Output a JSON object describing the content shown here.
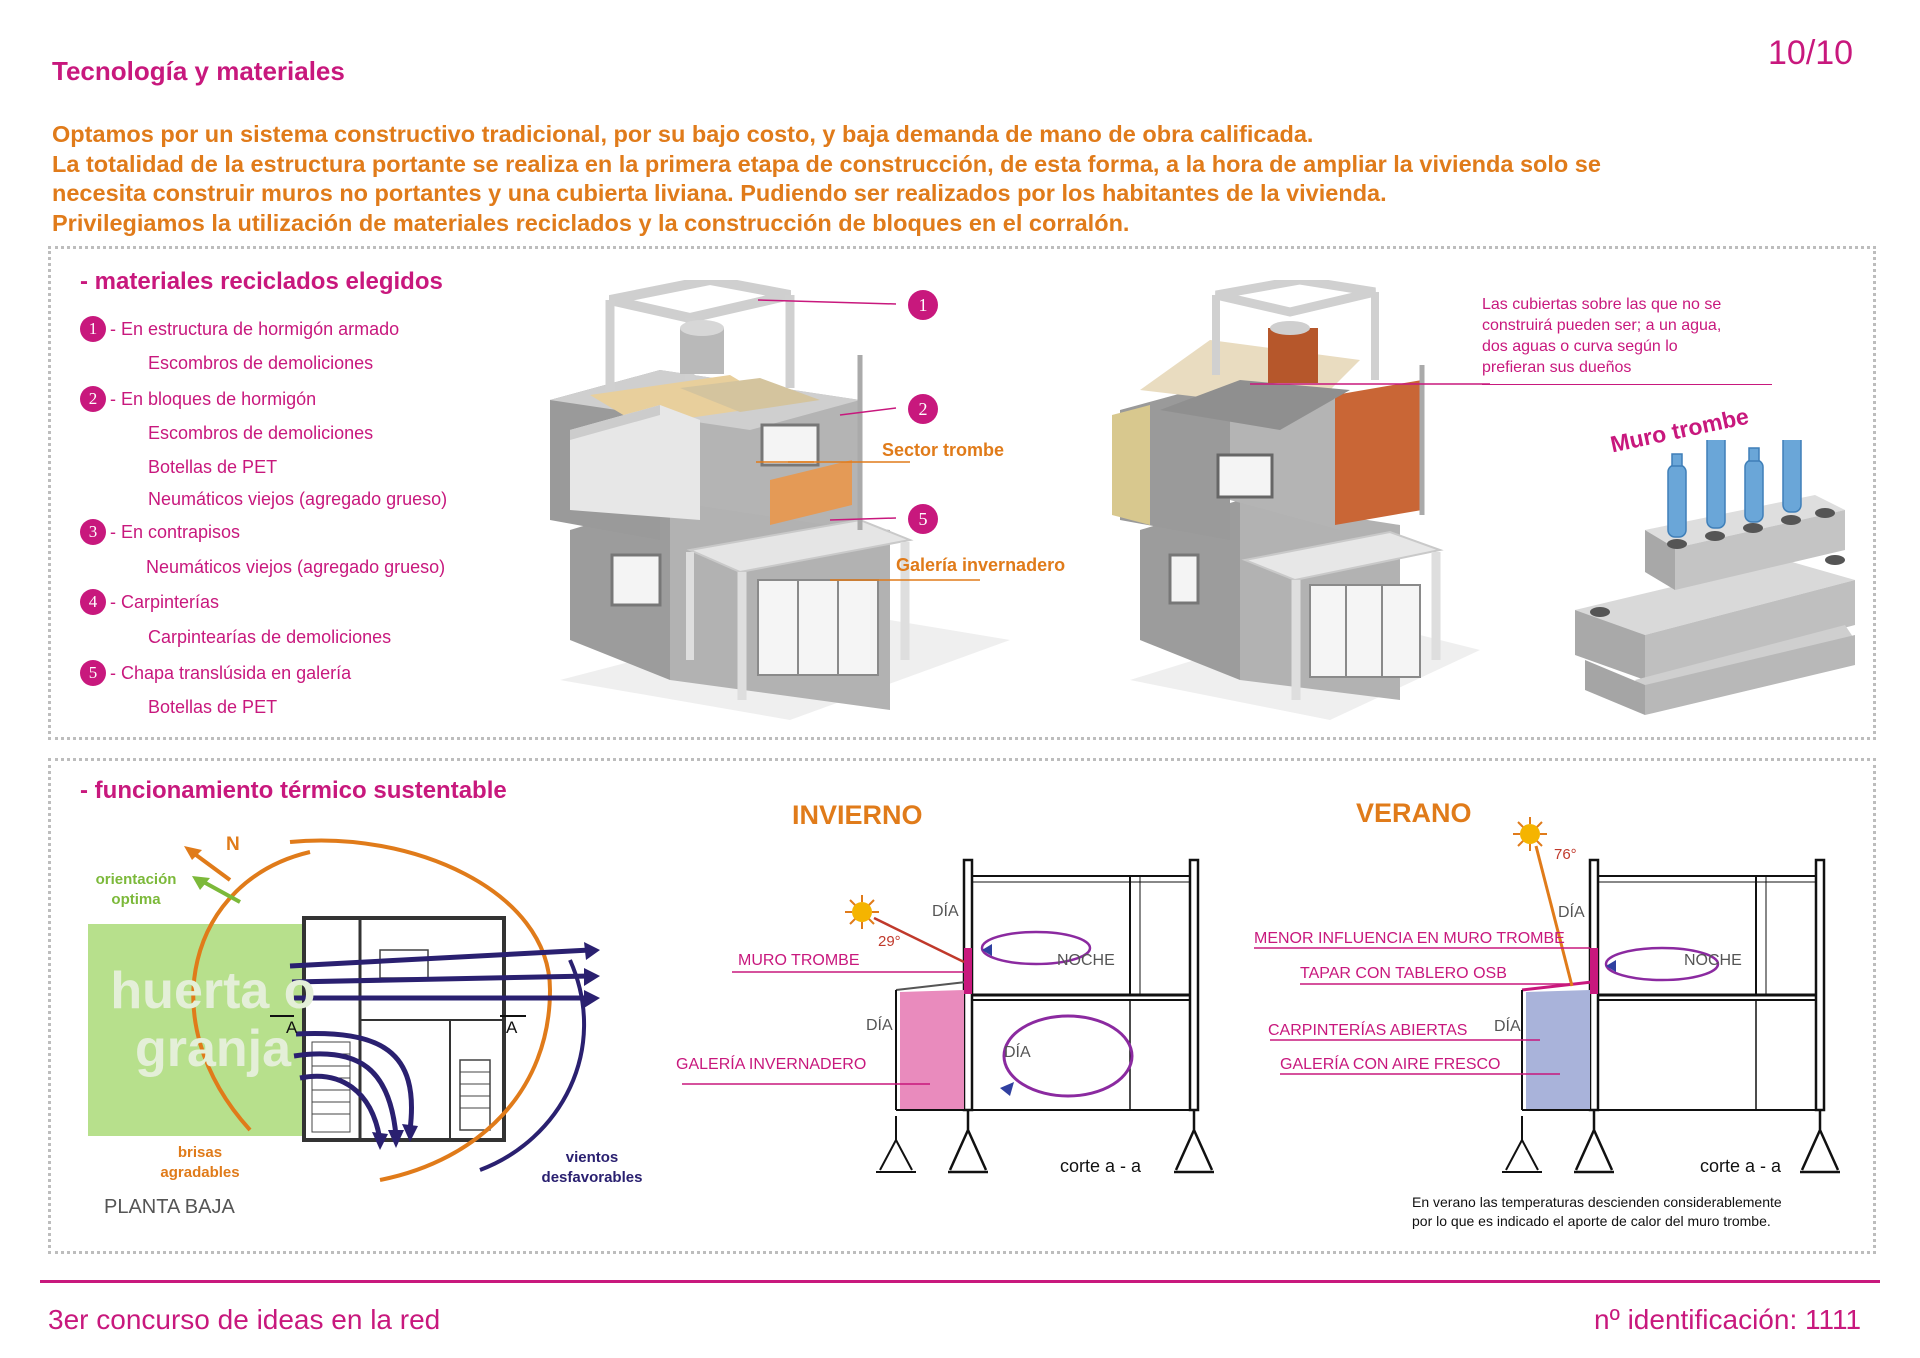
{
  "header": {
    "title": "Tecnología y materiales",
    "page_number": "10/10"
  },
  "intro": [
    "Optamos por un sistema constructivo tradicional, por su bajo costo, y baja demanda de mano de obra calificada.",
    "La totalidad de la  estructura portante se realiza en la primera etapa de construcción, de esta forma, a la hora de ampliar la vivienda solo se",
    "necesita construir muros no portantes y una cubierta liviana. Pudiendo ser realizados por los habitantes de la vivienda.",
    "Privilegiamos la utilización de materiales reciclados y la construcción de bloques en el corralón."
  ],
  "materials": {
    "title": "-  materiales reciclados elegidos",
    "items": [
      {
        "num": "1",
        "label": "- En estructura de hormigón armado",
        "subs": [
          "Escombros de demoliciones"
        ]
      },
      {
        "num": "2",
        "label": "- En bloques de hormigón",
        "subs": [
          "Escombros de demoliciones",
          "Botellas de PET",
          "Neumáticos viejos (agregado grueso)"
        ]
      },
      {
        "num": "3",
        "label": " - En contrapisos",
        "subs": [
          "Neumáticos viejos (agregado grueso)"
        ]
      },
      {
        "num": "4",
        "label": "- Carpinterías",
        "subs": [
          "Carpintearías de demoliciones"
        ]
      },
      {
        "num": "5",
        "label": "- Chapa translúsida en galería",
        "subs": [
          "Botellas de PET"
        ]
      }
    ]
  },
  "house_left": {
    "markers": [
      "1",
      "2",
      "5"
    ],
    "sector_trombe": "Sector trombe",
    "galeria": "Galería invernadero"
  },
  "house_right": {
    "note": [
      "Las cubiertas sobre las que no se",
      "construirá pueden ser; a un agua,",
      "dos aguas o curva según lo",
      "prefieran sus dueños"
    ],
    "muro_trombe": "Muro trombe"
  },
  "thermal": {
    "title": "- funcionamiento térmico sustentable",
    "plan": {
      "north": "N",
      "orientation": [
        "orientación",
        "optima"
      ],
      "huerta": [
        "huerta o",
        "granja"
      ],
      "section_mark": "A",
      "brisas": [
        "brisas",
        "agradables"
      ],
      "vientos": [
        "vientos",
        "desfavorables"
      ],
      "plan_label": "PLANTA BAJA"
    },
    "invierno": {
      "title": "INVIERNO",
      "angle": "29°",
      "dia_top": "DÍA",
      "noche": "NOCHE",
      "dia_mid": "DÍA",
      "dia_oval": "DÍA",
      "muro_trombe": "MURO TROMBE",
      "galeria": "GALERÍA INVERNADERO",
      "corte": "corte a - a"
    },
    "verano": {
      "title": "VERANO",
      "angle": "76°",
      "dia_top": "DÍA",
      "noche": "NOCHE",
      "dia_mid": "DÍA",
      "menor": "MENOR INFLUENCIA EN MURO TROMBE",
      "tapar": "TAPAR CON TABLERO OSB",
      "carpinterias": "CARPINTERÍAS ABIERTAS",
      "galeria": "GALERÍA CON AIRE FRESCO",
      "corte": "corte a - a",
      "note": [
        "En verano las temperaturas descienden considerablemente",
        "por lo que es indicado el aporte de calor del muro trombe."
      ]
    }
  },
  "footer": {
    "left": "3er concurso de ideas en la red",
    "right": "nº identificación: 1111"
  },
  "colors": {
    "magenta": "#c8187d",
    "orange": "#e07b1a",
    "navy": "#2a2070",
    "green": "#7cb93a",
    "pink_fill": "#e98bbd",
    "blue_fill": "#a9b3da"
  }
}
